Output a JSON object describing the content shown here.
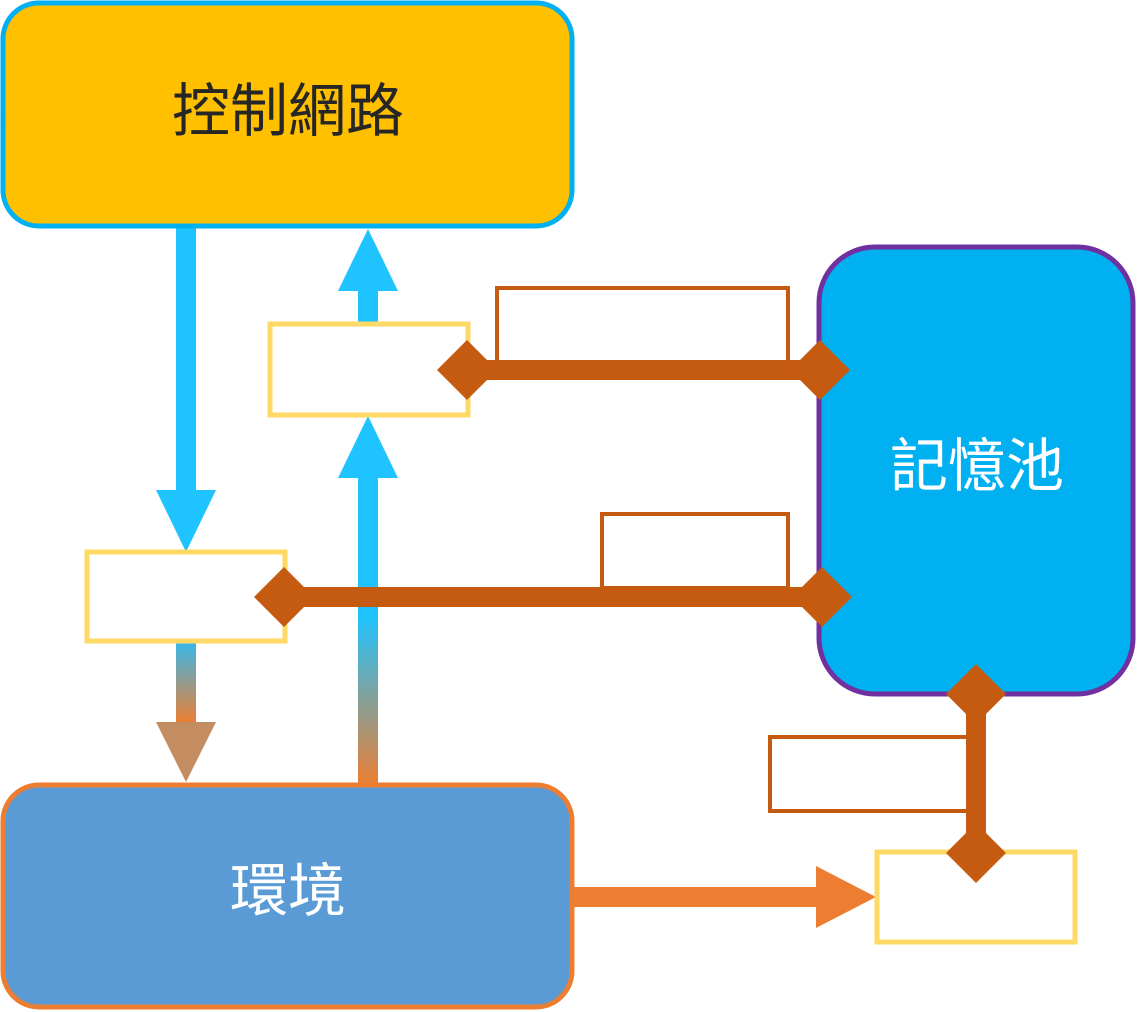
{
  "nodes": {
    "control_network": {
      "label": "控制網路",
      "fill": "#FFC000",
      "stroke": "#00B0F0",
      "text_color": "#262626"
    },
    "memory_pool": {
      "label": "記憶池",
      "fill": "#00B0F0",
      "stroke": "#7030A0",
      "text_color": "#FFFFFF"
    },
    "environment": {
      "label": "環境",
      "fill": "#5B9BD5",
      "stroke": "#ED7D31",
      "text_color": "#FFFFFF"
    }
  },
  "colors": {
    "blue_arrow": "#1FC3FF",
    "orange_arrow": "#ED7D31",
    "memory_link": "#C55A11",
    "data_box_border": "#FFD966",
    "label_box_border": "#C55A11"
  }
}
